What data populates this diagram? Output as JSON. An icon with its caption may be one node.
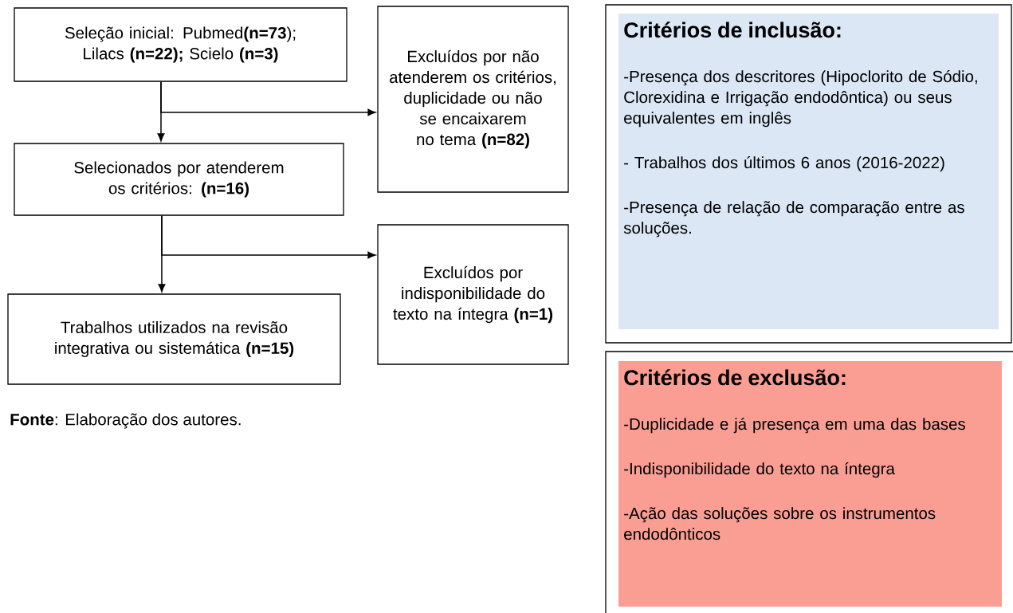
{
  "diagram": {
    "nodes": [
      {
        "text": [
          "Seleção inicial: Pubmed**(n=73**); Lilacs **(n=22);** Scielo **(n=3)**"
        ]
      },
      {
        "text": [
          "Excluídos por não atenderem os critérios, duplicidade ou não se encaixarem no tema **(n=82)**"
        ]
      },
      {
        "text": [
          "Selecionados por atenderem os critérios: **(n=16)**"
        ]
      },
      {
        "text": [
          "Excluídos por indisponibilidade do texto na íntegra **(n=1)**"
        ]
      },
      {
        "text": [
          "Trabalhos utilizados na revisão integrativa ou sistemática **(n=15)**"
        ]
      },
      {
        "text": [
          "Critérios de inclusão:",
          "-Presença dos descritores (Hipoclorito de Sódio, Clorexidina e Irrigação endodôntica) ou seus equivalentes em inglês",
          "- Trabalhos dos últimos 6 anos (2016-2022)",
          "-Presença de relação de comparação entre as soluções."
        ]
      },
      {
        "text": [
          "Critérios de exclusão:",
          "-Duplicidade e já presença em uma das bases",
          "-Indisponibilidade do texto na íntegra",
          "-Ação das soluções sobre os instrumentos endodônticos"
        ]
      }
    ],
    "edges": [
      {
        "from": 0,
        "to": 2,
        "arrow": "to"
      },
      {
        "from": 0,
        "to": 1,
        "arrow": "to"
      },
      {
        "from": 2,
        "to": 4,
        "arrow": "to"
      },
      {
        "from": 2,
        "to": 3,
        "arrow": "to"
      }
    ],
    "labels": [
      "**Fonte**: Elaboração dos autores."
    ]
  }
}
